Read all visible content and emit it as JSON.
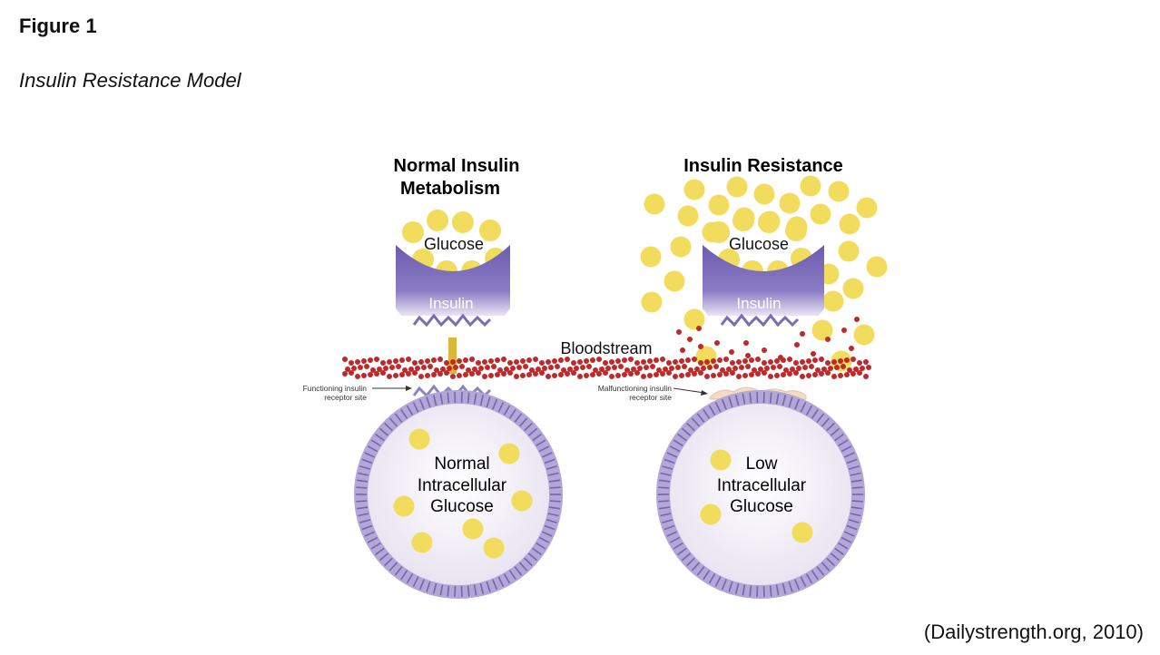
{
  "figure": {
    "label": "Figure 1",
    "title": "Insulin Resistance Model",
    "citation": "(Dailystrength.org, 2010)"
  },
  "diagram": {
    "left_panel": {
      "heading_line1": "Normal Insulin",
      "heading_line2": "Metabolism",
      "glucose_label": "Glucose",
      "insulin_label": "Insulin",
      "receptor_caption_line1": "Functioning insulin",
      "receptor_caption_line2": "receptor site",
      "cell_text_line1": "Normal",
      "cell_text_line2": "Intracellular",
      "cell_text_line3": "Glucose"
    },
    "right_panel": {
      "heading": "Insulin Resistance",
      "glucose_label": "Glucose",
      "insulin_label": "Insulin",
      "receptor_caption_line1": "Malfunctioning insulin",
      "receptor_caption_line2": "receptor site",
      "cell_text_line1": "Low",
      "cell_text_line2": "Intracellular",
      "cell_text_line3": "Glucose"
    },
    "bloodstream_label": "Bloodstream",
    "colors": {
      "glucose": "#f2dc5d",
      "insulin": "#7a6ab8",
      "membrane": "#9d8cc8",
      "blood_cell": "#c0282a",
      "cell_fill": "#f1eef7"
    }
  }
}
